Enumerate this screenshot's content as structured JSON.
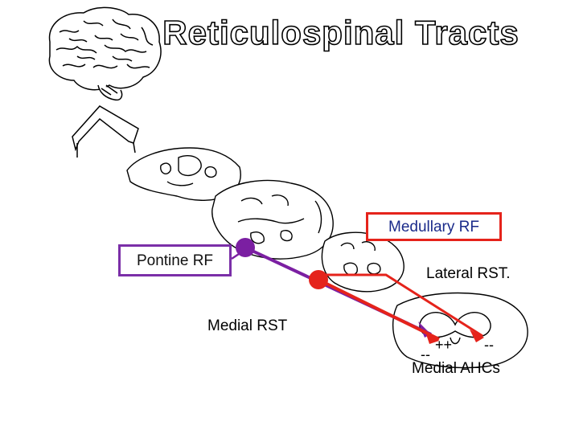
{
  "title": "Reticulospinal Tracts",
  "labels": {
    "medullary_rf": "Medullary RF",
    "pontine_rf": "Pontine RF",
    "lateral_rst": "Lateral RST.",
    "medial_rst": "Medial RST",
    "plus_plus": "++",
    "minus_right": "--",
    "minus_left": "--",
    "medial_ahcs": "Medial AHCs"
  },
  "colors": {
    "pontine": "#7b1fa2",
    "medullary": "#e5231b",
    "medullary_box": "#e5231b",
    "pontine_box": "#7b2fa8",
    "medial_rst_label": "#1a1a1a",
    "lateral_rst_label": "#1a1a1a"
  },
  "icons": {
    "brain": "brain-icon"
  }
}
